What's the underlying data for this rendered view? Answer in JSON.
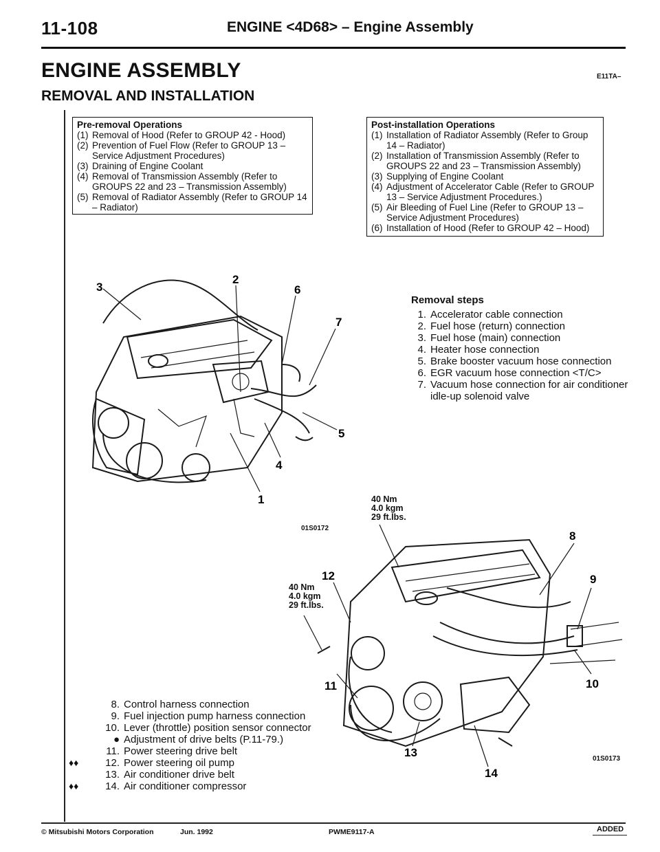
{
  "header": {
    "page_number": "11-108",
    "running_title": "ENGINE <4D68> – Engine Assembly"
  },
  "section": {
    "title": "ENGINE ASSEMBLY",
    "code": "E11TA–",
    "subtitle": "REMOVAL AND INSTALLATION"
  },
  "pre_removal": {
    "title": "Pre-removal Operations",
    "items": [
      {
        "num": "(1)",
        "text": "Removal of Hood (Refer to GROUP 42 - Hood)"
      },
      {
        "num": "(2)",
        "text": "Prevention of Fuel Flow (Refer to GROUP 13 – Service Adjustment Procedures)"
      },
      {
        "num": "(3)",
        "text": "Draining of Engine Coolant"
      },
      {
        "num": "(4)",
        "text": "Removal of Transmission Assembly (Refer to GROUPS 22 and 23 – Transmission Assembly)"
      },
      {
        "num": "(5)",
        "text": "Removal of Radiator Assembly (Refer to GROUP 14 – Radiator)"
      }
    ]
  },
  "post_installation": {
    "title": "Post-installation Operations",
    "items": [
      {
        "num": "(1)",
        "text": "Installation of Radiator Assembly (Refer to Group 14 – Radiator)"
      },
      {
        "num": "(2)",
        "text": "Installation of Transmission Assembly (Refer to GROUPS 22 and 23 – Transmission Assembly)"
      },
      {
        "num": "(3)",
        "text": "Supplying of Engine Coolant"
      },
      {
        "num": "(4)",
        "text": "Adjustment of Accelerator Cable (Refer to GROUP 13 – Service Adjustment Procedures.)"
      },
      {
        "num": "(5)",
        "text": "Air Bleeding of Fuel Line (Refer to GROUP 13 – Service Adjustment Procedures)"
      },
      {
        "num": "(6)",
        "text": "Installation of Hood (Refer to GROUP 42 – Hood)"
      }
    ]
  },
  "removal_steps": {
    "title": "Removal steps",
    "items": [
      {
        "num": "1.",
        "text": "Accelerator cable connection"
      },
      {
        "num": "2.",
        "text": "Fuel hose (return) connection"
      },
      {
        "num": "3.",
        "text": "Fuel hose (main) connection"
      },
      {
        "num": "4.",
        "text": "Heater hose connection"
      },
      {
        "num": "5.",
        "text": "Brake booster vacuum hose connection"
      },
      {
        "num": "6.",
        "text": "EGR vacuum hose connection <T/C>"
      },
      {
        "num": "7.",
        "text": "Vacuum hose connection for air conditioner idle-up solenoid valve"
      }
    ]
  },
  "lower_steps": {
    "items": [
      {
        "mark": "",
        "num": "8.",
        "text": "Control harness connection"
      },
      {
        "mark": "",
        "num": "9.",
        "text": "Fuel injection pump harness connection"
      },
      {
        "mark": "",
        "num": "10.",
        "text": "Lever (throttle) position sensor connector"
      },
      {
        "mark": "",
        "num": "●",
        "text": "Adjustment of drive belts (P.11-79.)"
      },
      {
        "mark": "",
        "num": "11.",
        "text": "Power steering drive belt"
      },
      {
        "mark": "♦♦",
        "num": "12.",
        "text": "Power steering oil pump"
      },
      {
        "mark": "",
        "num": "13.",
        "text": "Air conditioner drive belt"
      },
      {
        "mark": "♦♦",
        "num": "14.",
        "text": "Air conditioner compressor"
      }
    ]
  },
  "torque_specs": {
    "upper": {
      "nm": "40 Nm",
      "kgm": "4.0 kgm",
      "ftlbs": "29 ft.lbs."
    },
    "lower": {
      "nm": "40 Nm",
      "kgm": "4.0 kgm",
      "ftlbs": "29 ft.lbs."
    }
  },
  "figures": {
    "figure1_code": "01S0172",
    "figure2_code": "01S0173",
    "callouts1": [
      "1",
      "2",
      "3",
      "4",
      "5",
      "6",
      "7"
    ],
    "callouts2": [
      "8",
      "9",
      "10",
      "11",
      "12",
      "13",
      "14"
    ]
  },
  "footer": {
    "copyright": "© Mitsubishi Motors Corporation",
    "date": "Jun. 1992",
    "code": "PWME9117-A",
    "status": "ADDED"
  }
}
